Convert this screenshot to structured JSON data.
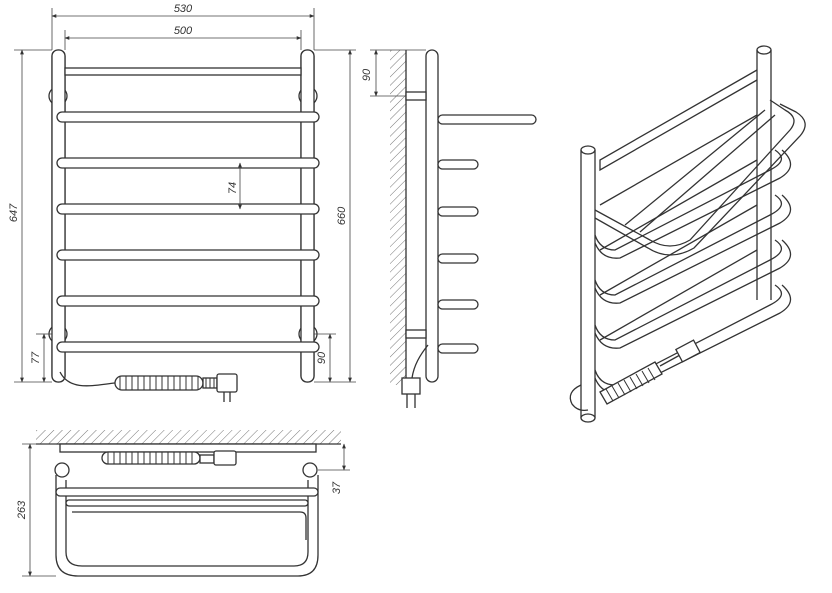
{
  "drawing": {
    "front": {
      "overall_width": "530",
      "inner_width": "500",
      "total_height": "647",
      "rail_pitch": "74",
      "bottom_offset": "77",
      "mount_height": "660",
      "bottom_mount_offset": "90"
    },
    "side": {
      "top_offset": "90"
    },
    "top": {
      "depth": "263",
      "wall_offset": "37"
    }
  },
  "colors": {
    "line": "#333333",
    "dim": "#444444",
    "wall_hatch": "#555555"
  }
}
